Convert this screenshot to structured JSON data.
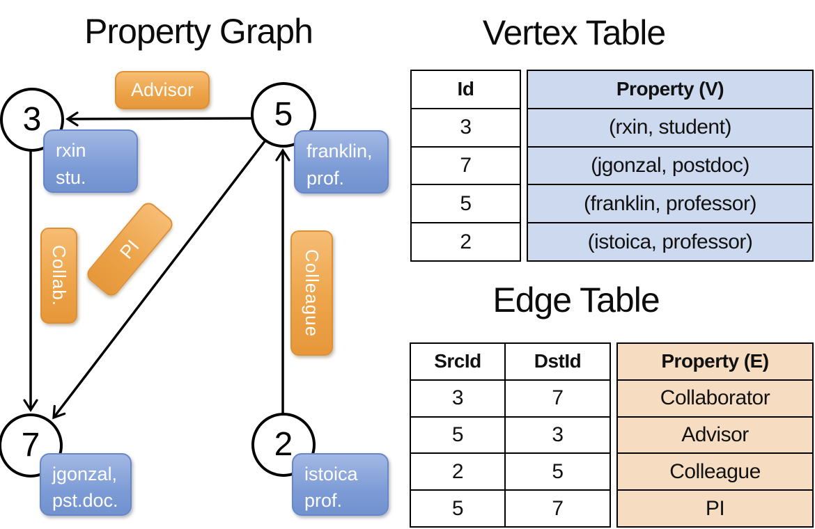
{
  "colors": {
    "accent_orange": "#E89B42",
    "accent_blue": "#7092D0",
    "vertex_property_fill": "#CDD9EE",
    "edge_property_fill": "#F6DDC1",
    "line_color": "#000000"
  },
  "graph": {
    "title": "Property Graph",
    "nodes": [
      {
        "id": "3",
        "line1": "rxin",
        "line2": "stu."
      },
      {
        "id": "5",
        "line1": "franklin,",
        "line2": "prof."
      },
      {
        "id": "7",
        "line1": "jgonzal,",
        "line2": "pst.doc."
      },
      {
        "id": "2",
        "line1": "istoica",
        "line2": "prof."
      }
    ],
    "edges": [
      {
        "label": "Advisor",
        "from": "5",
        "to": "3"
      },
      {
        "label": "Collab.",
        "from": "3",
        "to": "7"
      },
      {
        "label": "PI",
        "from": "5",
        "to": "7"
      },
      {
        "label": "Colleague",
        "from": "2",
        "to": "5"
      }
    ]
  },
  "vertex_table": {
    "title": "Vertex Table",
    "columns": [
      "Id",
      "Property (V)"
    ],
    "rows": [
      [
        "3",
        "(rxin, student)"
      ],
      [
        "7",
        "(jgonzal, postdoc)"
      ],
      [
        "5",
        "(franklin, professor)"
      ],
      [
        "2",
        "(istoica, professor)"
      ]
    ]
  },
  "edge_table": {
    "title": "Edge Table",
    "columns": [
      "SrcId",
      "DstId",
      "Property (E)"
    ],
    "rows": [
      [
        "3",
        "7",
        "Collaborator"
      ],
      [
        "5",
        "3",
        "Advisor"
      ],
      [
        "2",
        "5",
        "Colleague"
      ],
      [
        "5",
        "7",
        "PI"
      ]
    ]
  }
}
